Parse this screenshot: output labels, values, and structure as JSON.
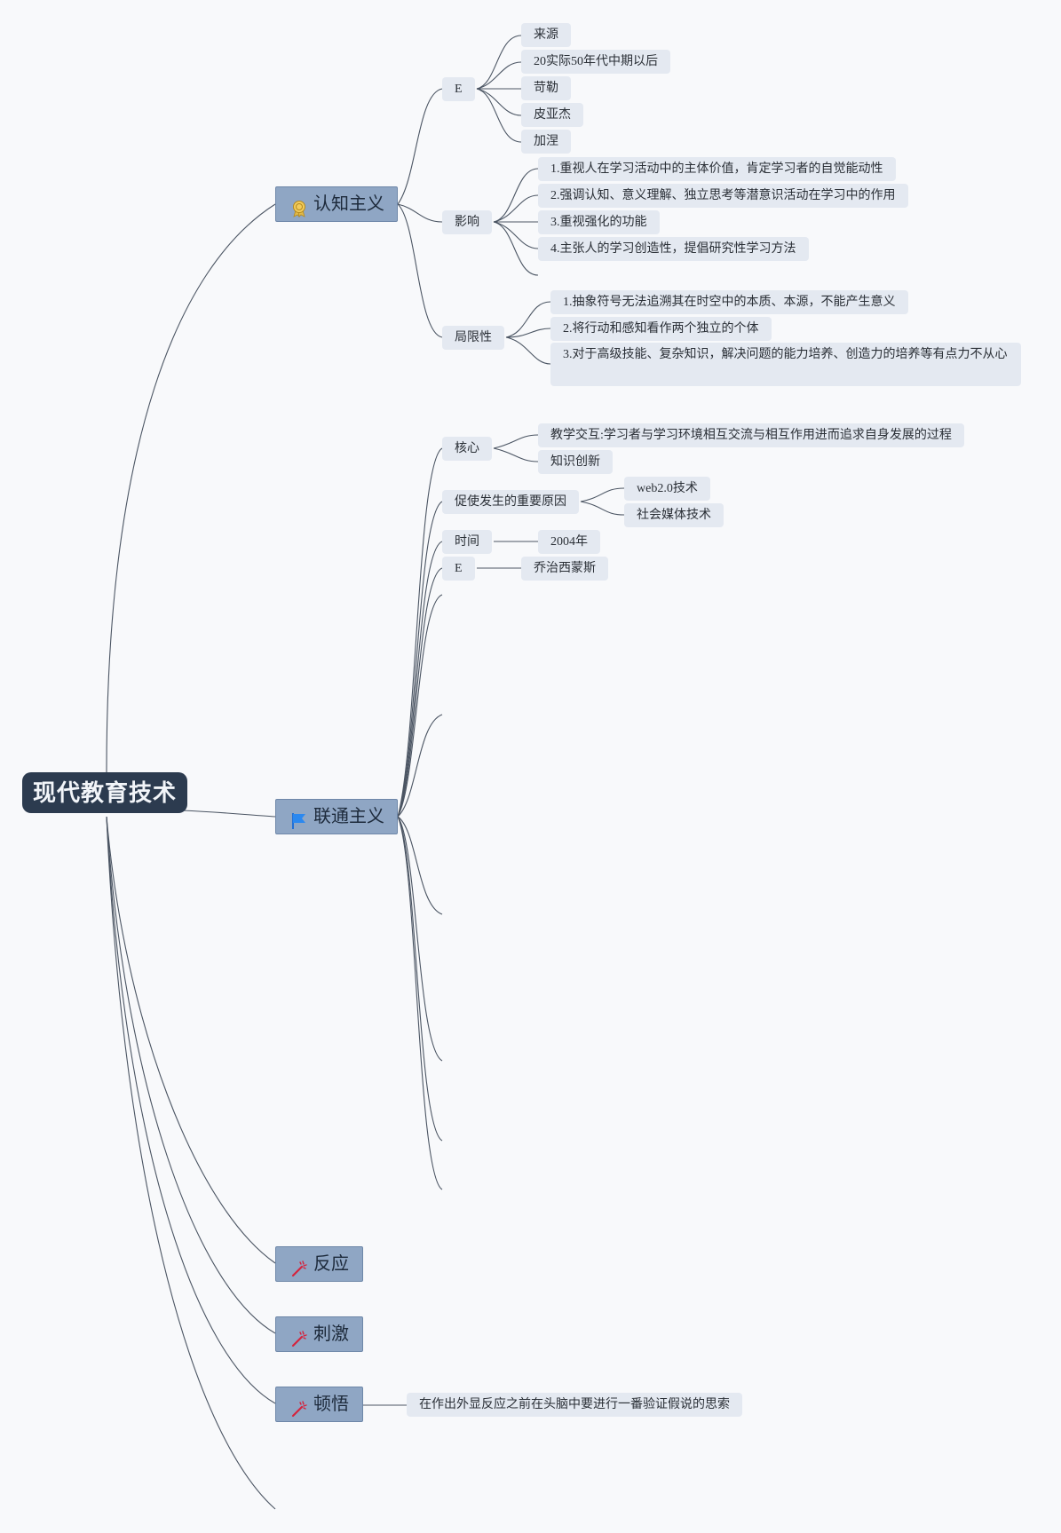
{
  "root": {
    "label": "现代教育技术"
  },
  "cognitivism": {
    "label": "认知主义",
    "icon": "award-ribbon-icon",
    "e": {
      "label": "E",
      "children": [
        "来源",
        "20实际50年代中期以后",
        "苛勒",
        "皮亚杰",
        "加涅"
      ]
    },
    "influence": {
      "label": "影响",
      "children": [
        "1.重视人在学习活动中的主体价值，肯定学习者的自觉能动性",
        "2.强调认知、意义理解、独立思考等潜意识活动在学习中的作用",
        "3.重视强化的功能",
        "4.主张人的学习创造性，提倡研究性学习方法"
      ]
    },
    "limits": {
      "label": "局限性",
      "children": [
        "1.抽象符号无法追溯其在时空中的本质、本源，不能产生意义",
        "2.将行动和感知看作两个独立的个体",
        "3.对于高级技能、复杂知识，解决问题的能力培养、创造力的培养等有点力不从心"
      ]
    }
  },
  "connectivism": {
    "label": "联通主义",
    "icon": "flag-icon",
    "core": {
      "label": "核心",
      "children": [
        "教学交互:学习者与学习环境相互交流与相互作用进而追求自身发展的过程",
        "知识创新"
      ]
    },
    "causes": {
      "label": "促使发生的重要原因",
      "children": [
        "web2.0技术",
        "社会媒体技术"
      ]
    },
    "time": {
      "label": "时间",
      "child": "2004年"
    },
    "e": {
      "label": "E",
      "child": "乔治西蒙斯"
    }
  },
  "reaction": {
    "label": "反应",
    "icon": "magic-wand-icon"
  },
  "stimulus": {
    "label": "刺激",
    "icon": "magic-wand-icon"
  },
  "insight": {
    "label": "顿悟",
    "icon": "magic-wand-icon",
    "child": "在作出外显反应之前在头脑中要进行一番验证假说的思索"
  },
  "colors": {
    "root": "#2c3b4f",
    "main": "#8fa6c4",
    "leaf": "#e4e9f1",
    "line": "#4b5563"
  }
}
